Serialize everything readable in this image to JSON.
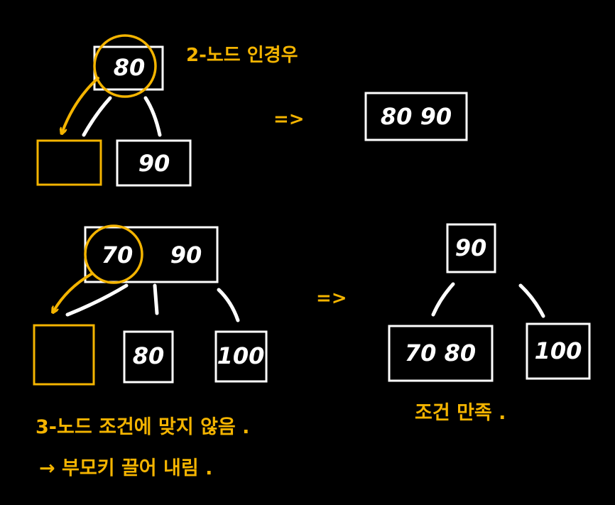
{
  "diagram1": {
    "root_key": "80",
    "right_child_key": "90",
    "annotation": "2-노드 인경우",
    "transform_arrow": "=>",
    "result_key": "80 90"
  },
  "diagram2": {
    "root_keys": [
      "70",
      "90"
    ],
    "middle_child_key": "80",
    "right_child_key": "100",
    "transform_arrow": "=>",
    "result_root_key": "90",
    "result_left_key": "70 80",
    "result_right_key": "100",
    "annotation_line1": "3-노드 조건에  맞지 않음 .",
    "annotation_line2": "→ 부모키 끌어 내림 .",
    "result_annotation": "조건 만족 ."
  },
  "colors": {
    "background": "#000000",
    "node_stroke": "#ffffff",
    "highlight": "#f4b400"
  }
}
